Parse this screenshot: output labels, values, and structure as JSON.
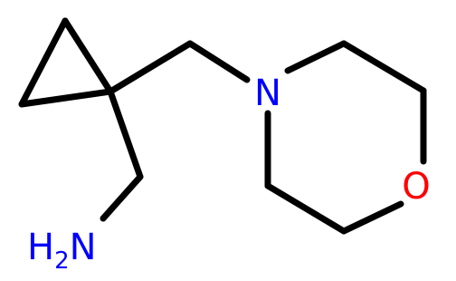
{
  "molecule": {
    "atoms": {
      "nitrogen": {
        "symbol": "N",
        "color": "#0000ff"
      },
      "oxygen": {
        "symbol": "O",
        "color": "#ff0000"
      },
      "amine": {
        "symbol": "H",
        "subscript": "2",
        "suffix": "N",
        "color": "#0000ff"
      }
    },
    "bond_color": "#000000",
    "background": "#ffffff"
  }
}
